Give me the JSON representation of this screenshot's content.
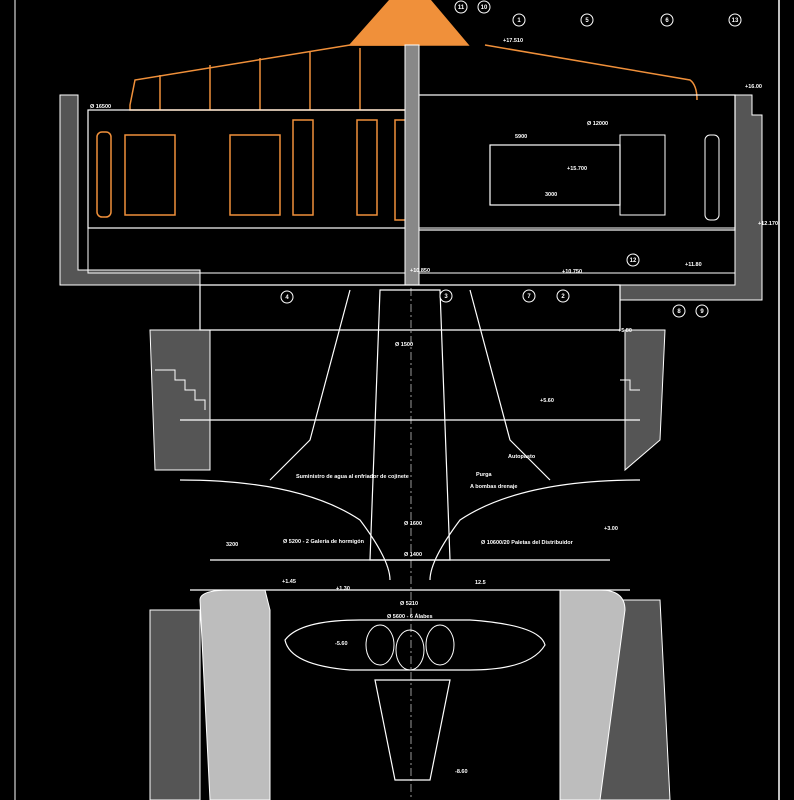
{
  "drawing": {
    "colors": {
      "background": "#000000",
      "lines": "#ffffff",
      "generator": "#f0903a",
      "concrete": "#9a9a9a"
    },
    "callouts": [
      "11",
      "10",
      "1",
      "5",
      "6",
      "13",
      "4",
      "3",
      "7",
      "2",
      "12",
      "8",
      "9"
    ],
    "levels": [
      "+17.510",
      "+16.00",
      "+15.700",
      "+12.170",
      "+11.80",
      "+10.750",
      "+10.850",
      "+5.60",
      "+5.80",
      "+3.00",
      "+1.45",
      "+1.30",
      "-5.60",
      "-8.60"
    ],
    "dimensions": [
      "Ø 16500",
      "Ø 12000",
      "Ø 1500",
      "Ø 1600",
      "Ø 1400",
      "Ø 5210",
      "5900",
      "3200",
      "3000",
      "12.5"
    ],
    "notes": [
      "Suministro de agua al enfriador de cojinete",
      "Ø 5200 - 2 Galería de hormigón",
      "Purga",
      "A bombas drenaje",
      "Autopasto",
      "Ø 10600/20 Paletas del Distribuidor",
      "Ø 5600 - 6 Álabes"
    ]
  }
}
